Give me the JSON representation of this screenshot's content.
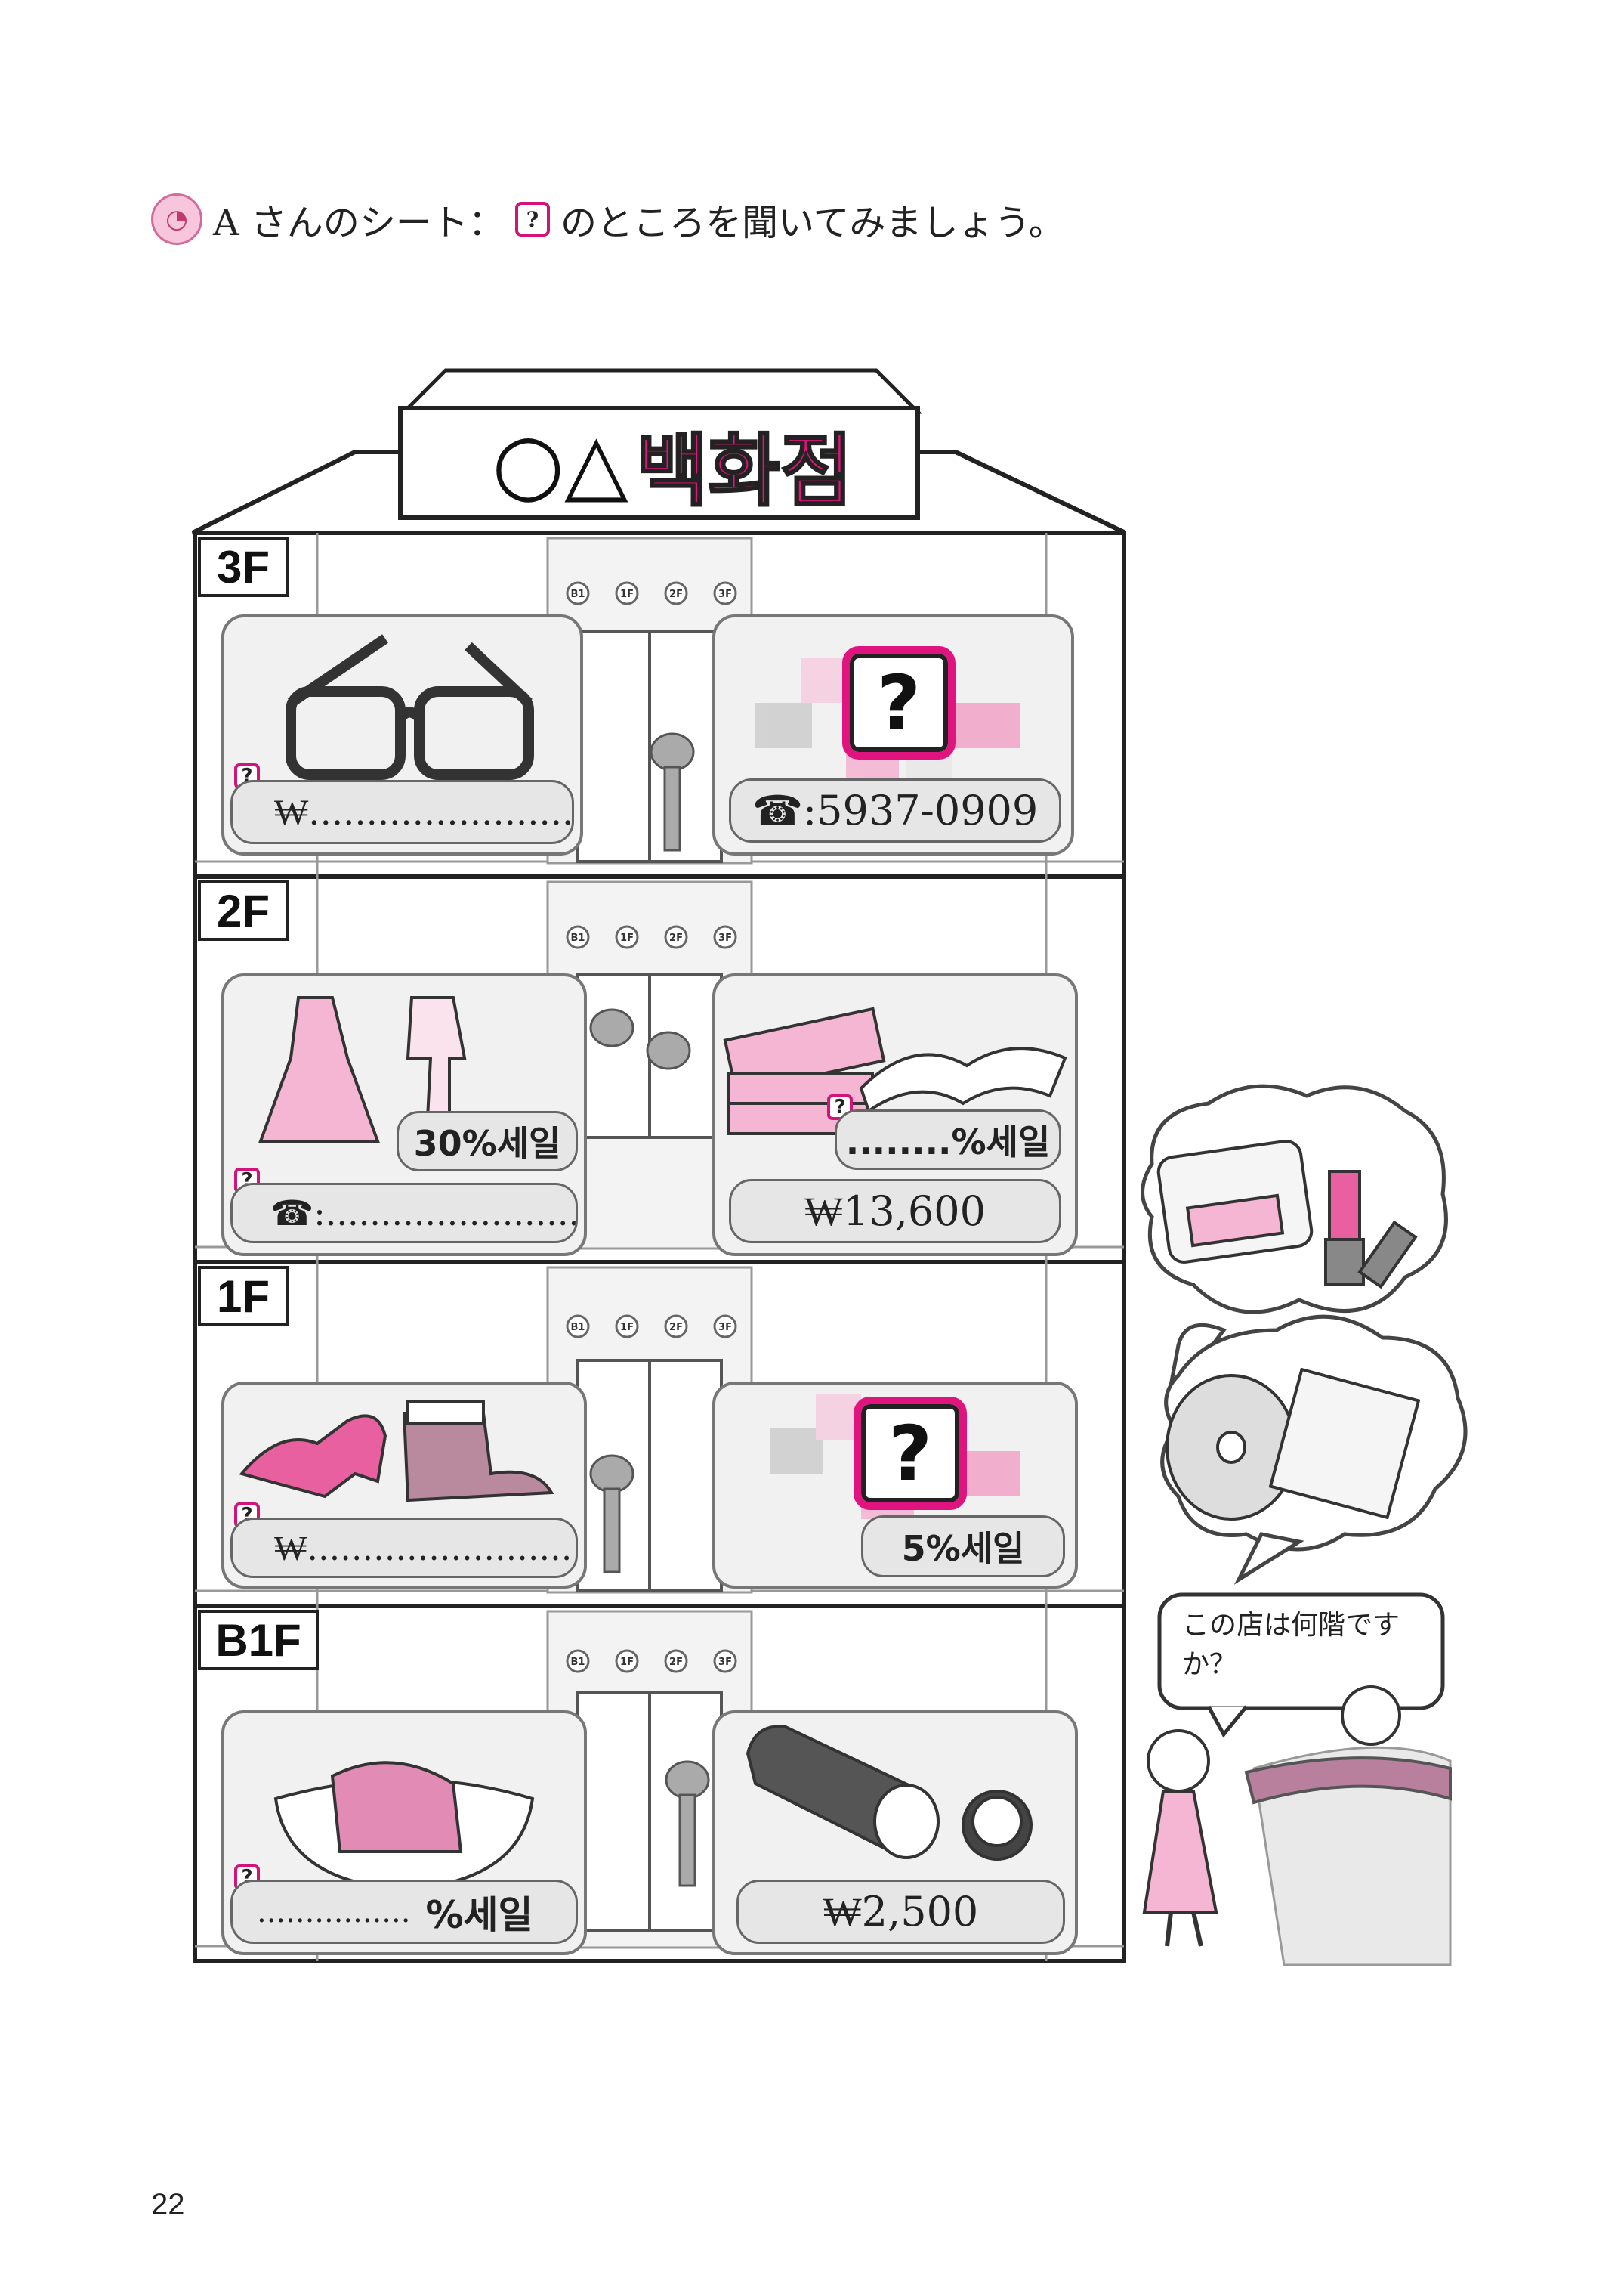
{
  "instruction": {
    "prefix": "A さんのシート：",
    "q_mark": "?",
    "suffix": "のところを聞いてみましょう。"
  },
  "store": {
    "name_symbols": "○△",
    "name_text": "백화점"
  },
  "elevator_floors": [
    "B1",
    "1F",
    "2F",
    "3F"
  ],
  "floors": {
    "f3": {
      "label": "3F",
      "left_price": "₩........................",
      "right_phone": "☎:5937-0909",
      "big_q": "?"
    },
    "f2": {
      "label": "2F",
      "left_sale": "30%세일",
      "left_phone": "☎:........................",
      "right_sale": "........%세일",
      "right_price": "₩13,600"
    },
    "f1": {
      "label": "1F",
      "left_price": "₩........................",
      "right_sale": "5%세일",
      "big_q": "?"
    },
    "b1": {
      "label": "B1F",
      "left_sale_dots": "................",
      "left_sale": "%세일",
      "right_price": "₩2,500"
    }
  },
  "q_small": "?",
  "speech": {
    "line1": "この店は何階です",
    "line2": "か？"
  },
  "page_number": "22",
  "colors": {
    "accent_pink": "#e0147e",
    "light_pink": "#f4b6d2",
    "gray": "#e6e6e6"
  }
}
